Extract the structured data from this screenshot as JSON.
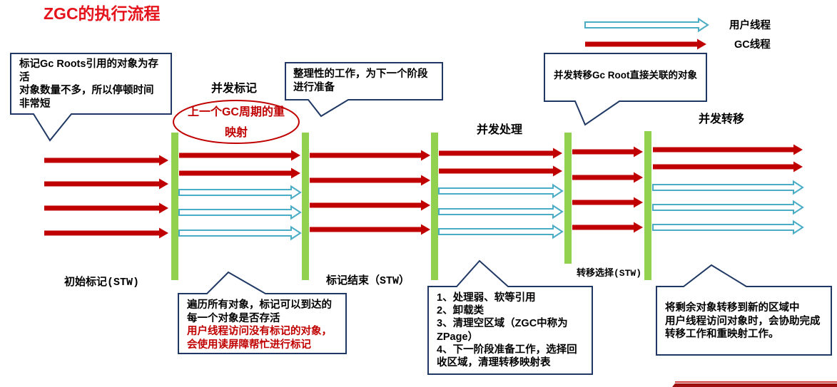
{
  "title": "ZGC的执行流程",
  "legend": {
    "user_thread": "用户线程",
    "gc_thread": "GC线程"
  },
  "colors": {
    "title": "#e5131b",
    "gc_thread": "#c00000",
    "user_thread": "#4bacc6",
    "stw_bar": "#92d050",
    "callout_border": "#1f3864",
    "highlight": "#c00000"
  },
  "phases": {
    "concurrent_mark": "并发标记",
    "concurrent_process": "并发处理",
    "concurrent_relocate": "并发转移",
    "initial_mark": "初始标记(STW)",
    "mark_end": "标记结束（STW）",
    "relocate_select": "转移选择(STW)"
  },
  "remap": {
    "lines": [
      "上一个GC周期的重",
      "映射"
    ]
  },
  "callouts": {
    "initial_mark": {
      "lines": [
        "标记Gc Roots引用的对象为存",
        "活",
        "对象数量不多，所以停顿时间",
        "非常短"
      ]
    },
    "mark_end": {
      "lines": [
        "整理性的工作，为下一个阶段",
        "进行准备"
      ]
    },
    "relocate_root": {
      "lines": [
        "并发转移Gc Root直接关联的对象"
      ]
    },
    "concurrent_mark": {
      "lines": [
        "遍历所有对象，标记可以到达的",
        "每一个对象是否存活"
      ],
      "highlight_lines": [
        "用户线程访问没有标记的对象，",
        "会使用读屏障帮忙进行标记"
      ]
    },
    "concurrent_process": {
      "lines": [
        "1、处理弱、软等引用",
        "2、卸载类",
        "3、清理空区域（ZGC中称为",
        "ZPage）",
        "4、下一阶段准备工作，选择回",
        "收区域，清理转移映射表"
      ]
    },
    "concurrent_relocate": {
      "lines": [
        "将剩余对象转移到新的区域中",
        "用户线程访问对象时，会协助完成",
        "转移工作和重映射工作。"
      ]
    }
  },
  "thread_lanes": [
    {
      "gc_threads": 4,
      "user_threads": 0
    },
    {
      "gc_threads": 2,
      "user_threads": 3
    },
    {
      "gc_threads": 4,
      "user_threads": 0
    },
    {
      "gc_threads": 2,
      "user_threads": 3
    },
    {
      "gc_threads": 4,
      "user_threads": 0
    },
    {
      "gc_threads": 2,
      "user_threads": 3
    }
  ]
}
